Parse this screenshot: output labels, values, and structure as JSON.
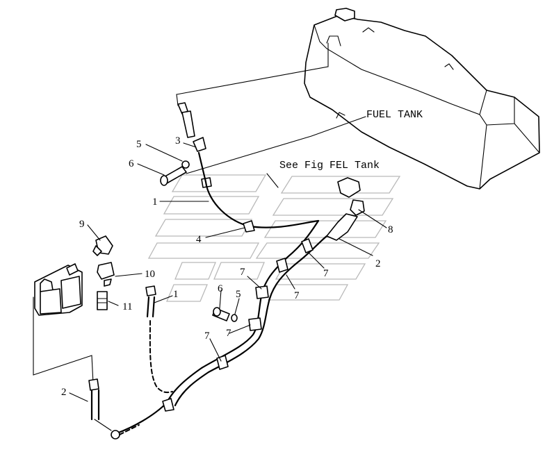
{
  "captions": {
    "fuel_tank": "FUEL TANK",
    "see_fig": "See Fig FEL Tank"
  },
  "callouts": [
    {
      "id": "c1a",
      "text": "1"
    },
    {
      "id": "c1b",
      "text": "1"
    },
    {
      "id": "c2a",
      "text": "2"
    },
    {
      "id": "c2b",
      "text": "2"
    },
    {
      "id": "c3",
      "text": "3"
    },
    {
      "id": "c4",
      "text": "4"
    },
    {
      "id": "c5a",
      "text": "5"
    },
    {
      "id": "c5b",
      "text": "5"
    },
    {
      "id": "c6a",
      "text": "6"
    },
    {
      "id": "c6b",
      "text": "6"
    },
    {
      "id": "c7a",
      "text": "7"
    },
    {
      "id": "c7b",
      "text": "7"
    },
    {
      "id": "c7c",
      "text": "7"
    },
    {
      "id": "c7d",
      "text": "7"
    },
    {
      "id": "c7e",
      "text": "7"
    },
    {
      "id": "c8",
      "text": "8"
    },
    {
      "id": "c9",
      "text": "9"
    },
    {
      "id": "c10",
      "text": "10"
    },
    {
      "id": "c11",
      "text": "11"
    }
  ],
  "colors": {
    "line": "#000000",
    "watermark": "#b9b9b9",
    "background": "#ffffff"
  }
}
